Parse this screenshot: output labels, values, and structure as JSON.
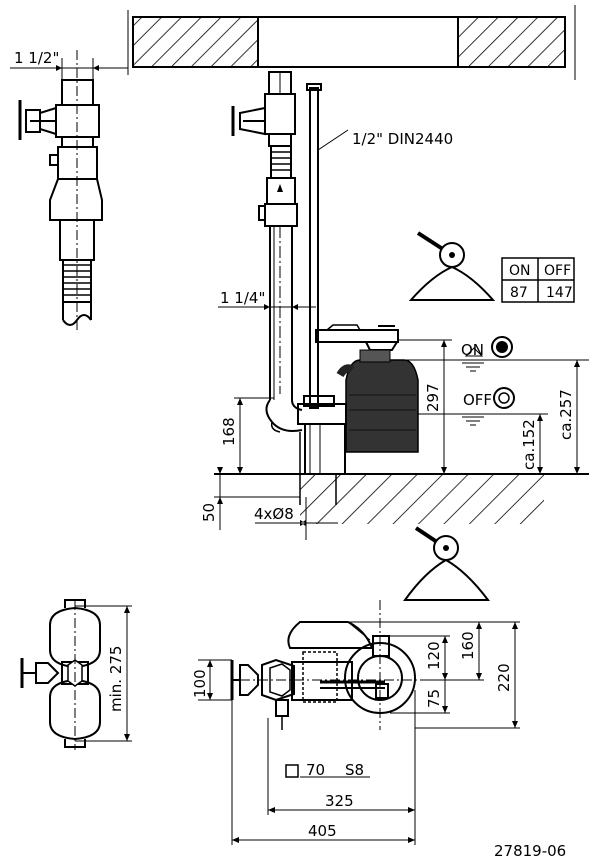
{
  "labels": {
    "pipe_top_left": "1 1/2\"",
    "pipe_din": "1/2\" DIN2440",
    "pipe_mid": "1 1/4\"",
    "on": "ON",
    "off": "OFF",
    "dim_297": "297",
    "dim_257": "ca.257",
    "dim_152": "ca.152",
    "dim_168": "168",
    "dim_50": "50",
    "holes": "4xØ8",
    "dim_275": "min. 275",
    "dim_100": "100",
    "dim_120": "120",
    "dim_160": "160",
    "dim_75": "75",
    "dim_220": "220",
    "dim_70": "70",
    "dim_s8": "S8",
    "dim_325": "325",
    "dim_405": "405",
    "drawing_no": "27819-06"
  },
  "switch_table": {
    "headers": [
      "ON",
      "OFF"
    ],
    "values": [
      "87",
      "147"
    ]
  }
}
